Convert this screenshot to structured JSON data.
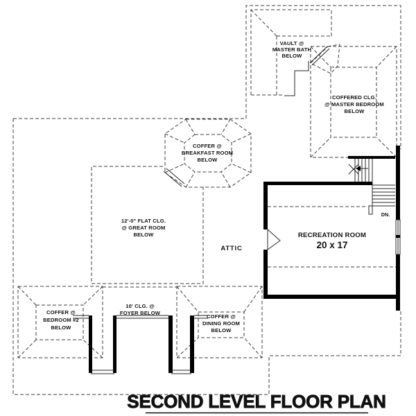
{
  "title": {
    "text": "SECOND LEVEL FLOOR PLAN"
  },
  "rooms": {
    "master_bath": {
      "lines": [
        "VAULT @",
        "MASTER BATH",
        "BELOW"
      ]
    },
    "master_bedroom": {
      "lines": [
        "COFFERED CLG.",
        "@ MASTER BEDROOM",
        "BELOW"
      ]
    },
    "breakfast": {
      "lines": [
        "COFFER @",
        "BREAKFAST ROOM",
        "BELOW"
      ]
    },
    "great_room": {
      "lines": [
        "12'-0\" FLAT CLG.",
        "@ GREAT ROOM",
        "BELOW"
      ]
    },
    "attic": {
      "label": "ATTIC"
    },
    "recreation": {
      "name": "RECREATION ROOM",
      "dims": "20 x 17"
    },
    "bedroom2": {
      "lines": [
        "COFFER @",
        "BEDROOM #2",
        "BELOW"
      ]
    },
    "foyer": {
      "lines": [
        "10' CLG. @",
        "FOYER BELOW"
      ]
    },
    "dining": {
      "lines": [
        "COFFER @",
        "DINING ROOM",
        "BELOW"
      ]
    },
    "stairs": {
      "down_label": "DN."
    }
  },
  "colors": {
    "wall": "#000000",
    "dashed_line": "#3f3f3f",
    "thin_line": "#262626",
    "text": "#111111",
    "background": "#ffffff"
  }
}
